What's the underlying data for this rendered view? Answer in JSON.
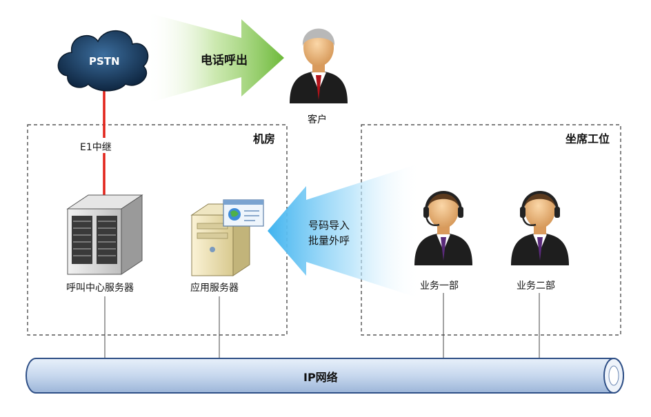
{
  "cloud_label": "PSTN",
  "outbound_arrow_label": "电话呼出",
  "customer_label": "客户",
  "trunk_label": "E1中继",
  "machine_room": {
    "title": "机房",
    "call_center_server": "呼叫中心服务器",
    "app_server": "应用服务器"
  },
  "import_arrow": {
    "line1": "号码导入",
    "line2": "批量外呼"
  },
  "agent_area": {
    "title": "坐席工位",
    "agent1": "业务一部",
    "agent2": "业务二部"
  },
  "network_label": "IP网络",
  "colors": {
    "trunk_line": "#e2231a",
    "green_arrow": "#7cc242",
    "blue_arrow": "#4fb8ee",
    "pipe": "#c5d6ec",
    "pipe_stroke": "#2e4f86",
    "cloud": "#1c3f66"
  },
  "icons": [
    "cloud-icon",
    "customer-icon",
    "call-center-server-icon",
    "app-server-icon",
    "agent-headset-icon"
  ]
}
